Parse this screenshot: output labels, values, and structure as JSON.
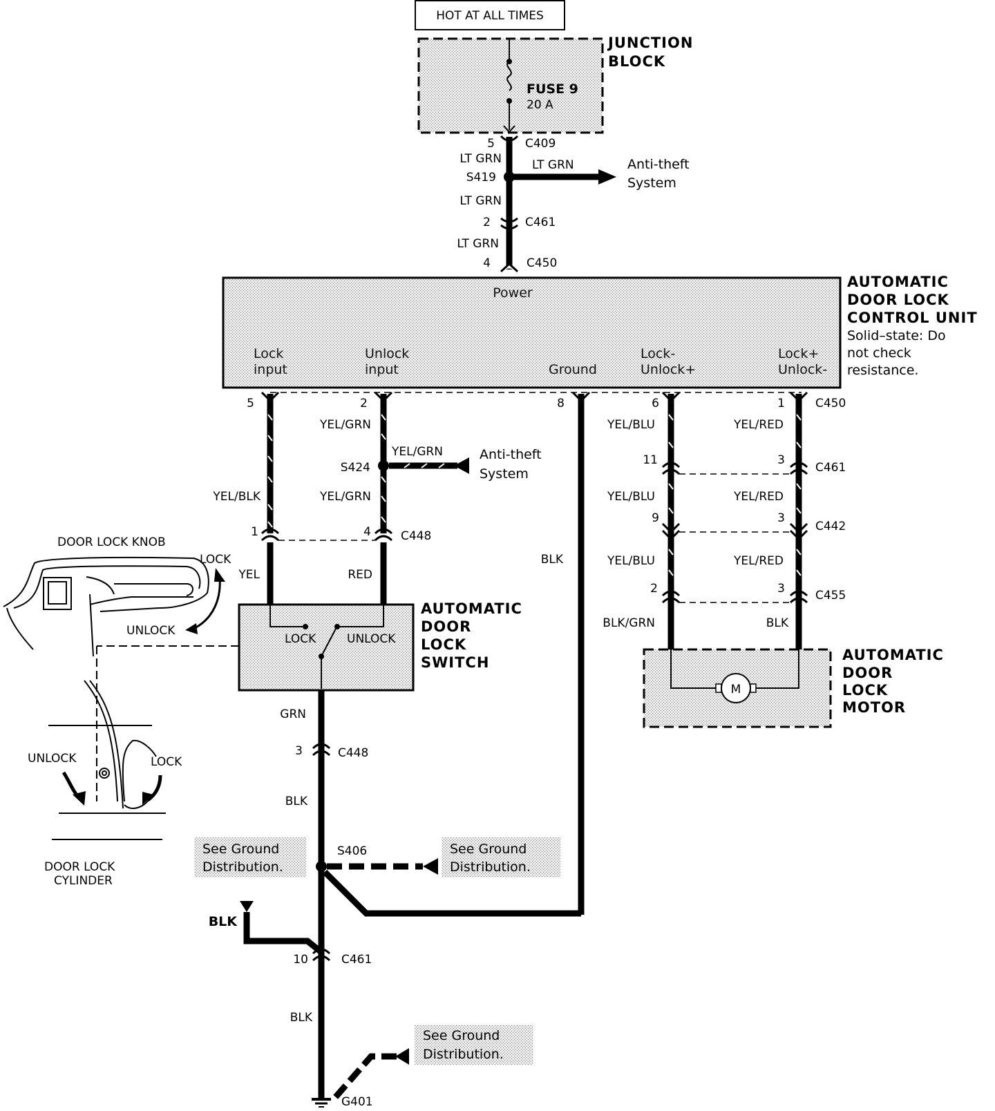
{
  "top_label": "HOT AT ALL TIMES",
  "junction_block": {
    "title_line1": "JUNCTION",
    "title_line2": "BLOCK",
    "fuse": "FUSE 9",
    "rating": "20 A"
  },
  "power_feed": {
    "pin_c409": "5",
    "conn_c409": "C409",
    "wire1": "LT GRN",
    "splice": "S419",
    "wire2": "LT GRN",
    "pin_c461": "2",
    "conn_c461": "C461",
    "wire3": "LT GRN",
    "pin_c450": "4",
    "conn_c450": "C450"
  },
  "anti_theft_top": {
    "wire": "LT GRN",
    "line1": "Anti-theft",
    "line2": "System"
  },
  "control_unit": {
    "title_line1": "AUTOMATIC",
    "title_line2": "DOOR LOCK",
    "title_line3": "CONTROL UNIT",
    "note_line1": "Solid–state:  Do",
    "note_line2": "not  check",
    "note_line3": "resistance.",
    "power": "Power",
    "lock_input_1": "Lock",
    "lock_input_2": "input",
    "unlock_input_1": "Unlock",
    "unlock_input_2": "input",
    "ground": "Ground",
    "lockm_1": "Lock-",
    "lockm_2": "Unlock+",
    "lockp_1": "Lock+",
    "lockp_2": "Unlock-"
  },
  "unit_pins": {
    "p5": "5",
    "p2": "2",
    "p8": "8",
    "p6": "6",
    "p1": "1",
    "conn": "C450"
  },
  "left_wires": {
    "yel_grn_1": "YEL/GRN",
    "splice": "S424",
    "yel_grn_2": "YEL/GRN",
    "anti_theft_wire": "YEL/GRN",
    "anti_theft_1": "Anti-theft",
    "anti_theft_2": "System",
    "yel_blk": "YEL/BLK",
    "pin1": "1",
    "pin4": "4",
    "conn": "C448",
    "yel": "YEL",
    "red": "RED",
    "blk": "BLK"
  },
  "right_wires": {
    "yb1": "YEL/BLU",
    "yr1": "YEL/RED",
    "pin11": "11",
    "pin3a": "3",
    "conn1": "C461",
    "yb2": "YEL/BLU",
    "yr2": "YEL/RED",
    "pin9": "9",
    "pin3b": "3",
    "conn2": "C442",
    "yb3": "YEL/BLU",
    "yr3": "YEL/RED",
    "pin2": "2",
    "pin3c": "3",
    "conn3": "C455",
    "blk_grn": "BLK/GRN",
    "blk": "BLK"
  },
  "switch": {
    "title_line1": "AUTOMATIC",
    "title_line2": "DOOR",
    "title_line3": "LOCK",
    "title_line4": "SWITCH",
    "lock": "LOCK",
    "unlock": "UNLOCK"
  },
  "motor": {
    "title_line1": "AUTOMATIC",
    "title_line2": "DOOR",
    "title_line3": "LOCK",
    "title_line4": "MOTOR",
    "symbol": "M"
  },
  "door": {
    "knob_label": "DOOR LOCK KNOB",
    "lock": "LOCK",
    "unlock": "UNLOCK",
    "cyl_unlock": "UNLOCK",
    "cyl_lock": "LOCK",
    "cyl_label_1": "DOOR LOCK",
    "cyl_label_2": "CYLINDER"
  },
  "ground_path": {
    "grn": "GRN",
    "pin3": "3",
    "conn_c448": "C448",
    "blk1": "BLK",
    "splice": "S406",
    "see1_line1": "See Ground",
    "see1_line2": "Distribution.",
    "see2_line1": "See Ground",
    "see2_line2": "Distribution.",
    "blk_side": "BLK",
    "pin10": "10",
    "conn_c461": "C461",
    "blk2": "BLK",
    "see3_line1": "See Ground",
    "see3_line2": "Distribution.",
    "ground": "G401"
  }
}
